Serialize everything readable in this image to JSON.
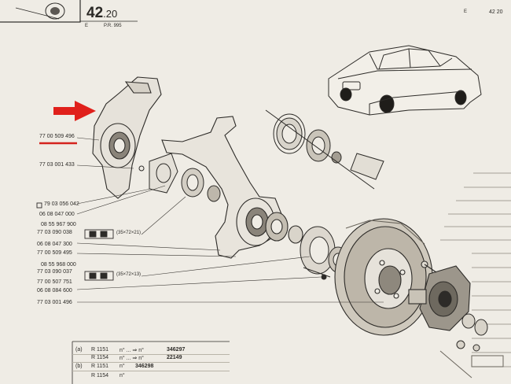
{
  "header": {
    "section_number": "42",
    "section_suffix": ".20",
    "left_code": "E",
    "pr_code": "P.R. 995",
    "right_code": "E",
    "right_corner": "42 20"
  },
  "parts": [
    {
      "ref": "77 00 509 496"
    },
    {
      "ref": "77 03 001 433"
    },
    {
      "ref": "79 03 056 042"
    },
    {
      "ref": "06 08 047 000"
    },
    {
      "ref": "08 55 967 900"
    },
    {
      "ref": "77 03 090 038"
    },
    {
      "ref": "06 08 047 300"
    },
    {
      "ref": "77 00 509 495"
    },
    {
      "ref": "08 55 968 000"
    },
    {
      "ref": "77 03 090 037"
    },
    {
      "ref": "77 00 507 751"
    },
    {
      "ref": "06 08 084 600"
    },
    {
      "ref": "77 03 001 496"
    }
  ],
  "bearing_dims": {
    "upper": "(35×72×21)",
    "lower": "(35×72×13)"
  },
  "table": {
    "rows": [
      {
        "mark": "(a)",
        "model": "R 1151",
        "to": "n° ... ⇒ n°",
        "num": "346297"
      },
      {
        "mark": "",
        "model": "R 1154",
        "to": "n° ... ⇒ n°",
        "num": "22149"
      },
      {
        "mark": "(b)",
        "model": "R 1151",
        "to": "n°",
        "num": "346298"
      },
      {
        "mark": "",
        "model": "R 1154",
        "to": "n°",
        "num": ""
      }
    ]
  },
  "colors": {
    "paper": "#efece5",
    "ink": "#2d2b28",
    "arrow": "#e0201b",
    "underline": "#d5231e"
  }
}
